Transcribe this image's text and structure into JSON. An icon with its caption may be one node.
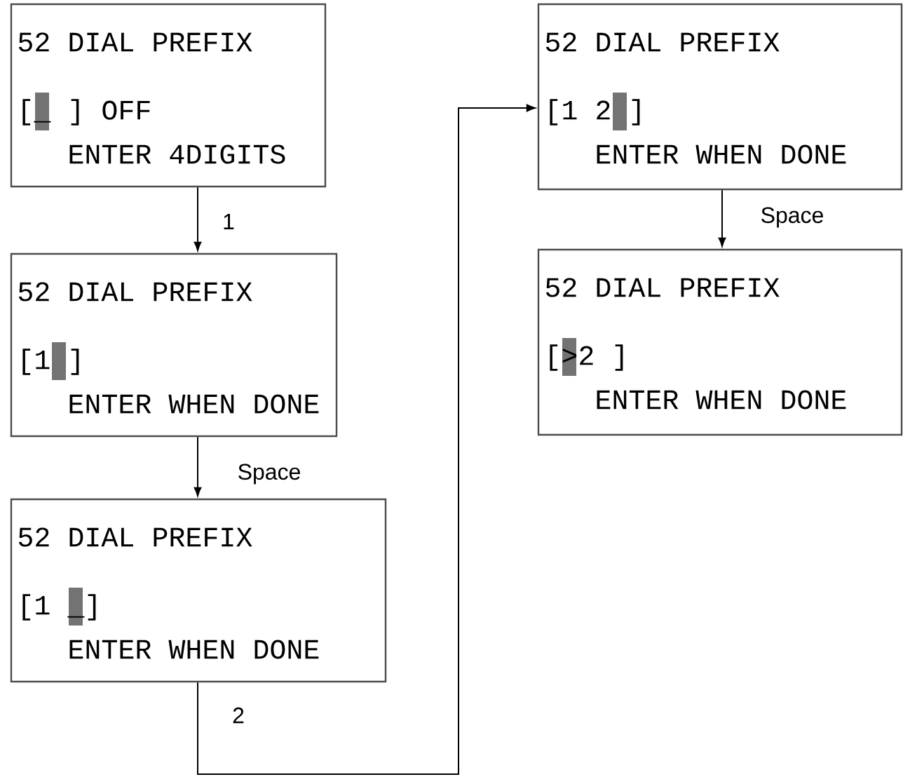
{
  "diagram": {
    "nodes": [
      {
        "text": [
          "52 DIAL PREFIX",
          "[_ ] OFF",
          "ENTER 4DIGITS"
        ]
      },
      {
        "text": [
          "52 DIAL PREFIX",
          "[1 ]",
          "ENTER WHEN DONE"
        ]
      },
      {
        "text": [
          "52 DIAL PREFIX",
          "[1 _]",
          "ENTER WHEN DONE"
        ]
      },
      {
        "text": [
          "52 DIAL PREFIX",
          "[1 2 ]",
          "ENTER WHEN DONE"
        ]
      },
      {
        "text": [
          "52 DIAL PREFIX",
          "[>2 ]",
          "ENTER WHEN DONE"
        ]
      }
    ],
    "edges": [
      {
        "from": 0,
        "to": 1,
        "arrow": "to",
        "label": "1"
      },
      {
        "from": 1,
        "to": 2,
        "arrow": "to",
        "label": "Space"
      },
      {
        "from": 2,
        "to": 3,
        "arrow": "to",
        "label": "2"
      },
      {
        "from": 3,
        "to": 4,
        "arrow": "to",
        "label": "Space"
      }
    ]
  }
}
